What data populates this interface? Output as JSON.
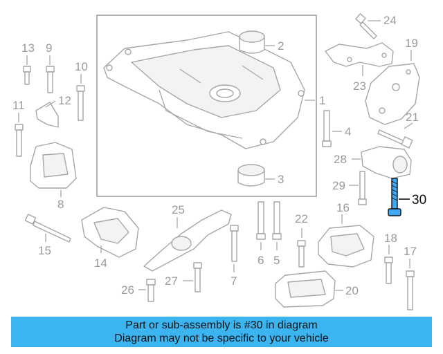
{
  "banner": {
    "line1": "Part or sub-assembly is #30 in diagram",
    "line2": "Diagram may not be specific to your vehicle",
    "background": "#3cb4f0"
  },
  "highlight_color": "#3fa9f5",
  "labels": {
    "p1": "1",
    "p2": "2",
    "p3": "3",
    "p4": "4",
    "p5": "5",
    "p6": "6",
    "p7": "7",
    "p8": "8",
    "p9": "9",
    "p10": "10",
    "p11": "11",
    "p12": "12",
    "p13": "13",
    "p14": "14",
    "p15": "15",
    "p16": "16",
    "p17": "17",
    "p18": "18",
    "p19": "19",
    "p20": "20",
    "p21": "21",
    "p22": "22",
    "p23": "23",
    "p24": "24",
    "p25": "25",
    "p26": "26",
    "p27": "27",
    "p28": "28",
    "p29": "29",
    "p30": "30"
  }
}
